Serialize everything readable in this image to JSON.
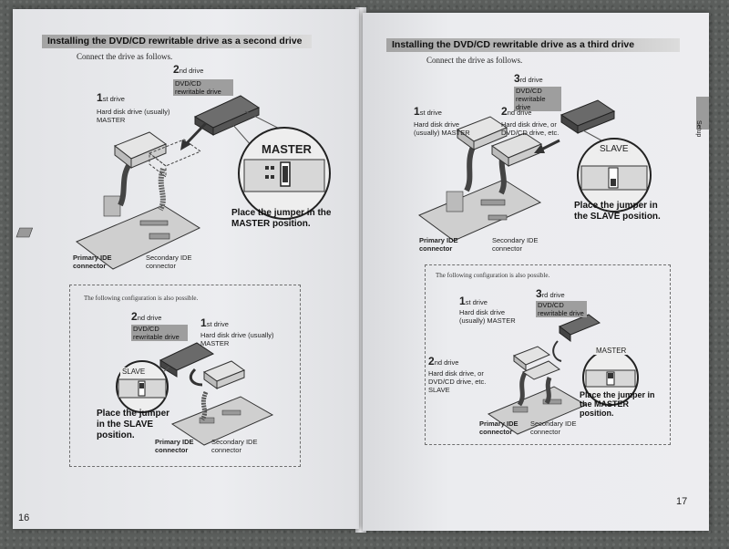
{
  "left_page": {
    "header": "Installing the DVD/CD rewritable drive as a second drive",
    "intro": "Connect the drive as follows.",
    "top_figure": {
      "second_drive_num": "2",
      "second_drive_suffix": "nd drive",
      "second_drive_type": "DVD/CD rewritable drive",
      "first_drive_num": "1",
      "first_drive_suffix": "st drive",
      "first_drive_desc": "Hard disk drive (usually) MASTER",
      "jumper_setting": "MASTER",
      "callout": "Place the jumper in the MASTER position.",
      "primary_connector": "Primary IDE connector",
      "secondary_connector": "Secondary IDE connector"
    },
    "alt_box": {
      "intro": "The following configuration is also possible.",
      "second_drive_num": "2",
      "second_drive_suffix": "nd drive",
      "second_drive_type": "DVD/CD rewritable drive",
      "first_drive_num": "1",
      "first_drive_suffix": "st drive",
      "first_drive_desc": "Hard disk drive (usually) MASTER",
      "jumper_setting": "SLAVE",
      "callout": "Place the jumper in the SLAVE position.",
      "primary_connector": "Primary IDE connector",
      "secondary_connector": "Secondary IDE connector"
    },
    "page_number": "16"
  },
  "right_page": {
    "header": "Installing the DVD/CD rewritable drive as a third drive",
    "intro": "Connect the drive as follows.",
    "side_tab": "Setup",
    "top_figure": {
      "third_drive_num": "3",
      "third_drive_suffix": "rd drive",
      "third_drive_type": "DVD/CD rewritable drive",
      "first_drive_num": "1",
      "first_drive_suffix": "st drive",
      "first_drive_desc": "Hard disk drive (usually) MASTER",
      "second_drive_num": "2",
      "second_drive_suffix": "nd drive",
      "second_drive_desc": "Hard disk drive, or DVD/CD drive, etc.",
      "jumper_setting": "SLAVE",
      "callout": "Place the jumper in the SLAVE position.",
      "primary_connector": "Primary IDE connector",
      "secondary_connector": "Secondary IDE connector"
    },
    "alt_box": {
      "intro": "The following configuration is also possible.",
      "first_drive_num": "1",
      "first_drive_suffix": "st drive",
      "first_drive_desc": "Hard disk drive (usually) MASTER",
      "third_drive_num": "3",
      "third_drive_suffix": "rd drive",
      "third_drive_type": "DVD/CD rewritable drive",
      "second_drive_num": "2",
      "second_drive_suffix": "nd drive",
      "second_drive_desc": "Hard disk drive, or DVD/CD drive, etc. SLAVE",
      "jumper_setting": "MASTER",
      "callout": "Place the jumper in the MASTER position.",
      "primary_connector": "Primary IDE connector",
      "secondary_connector": "Secondary IDE connector"
    },
    "page_number": "17"
  }
}
